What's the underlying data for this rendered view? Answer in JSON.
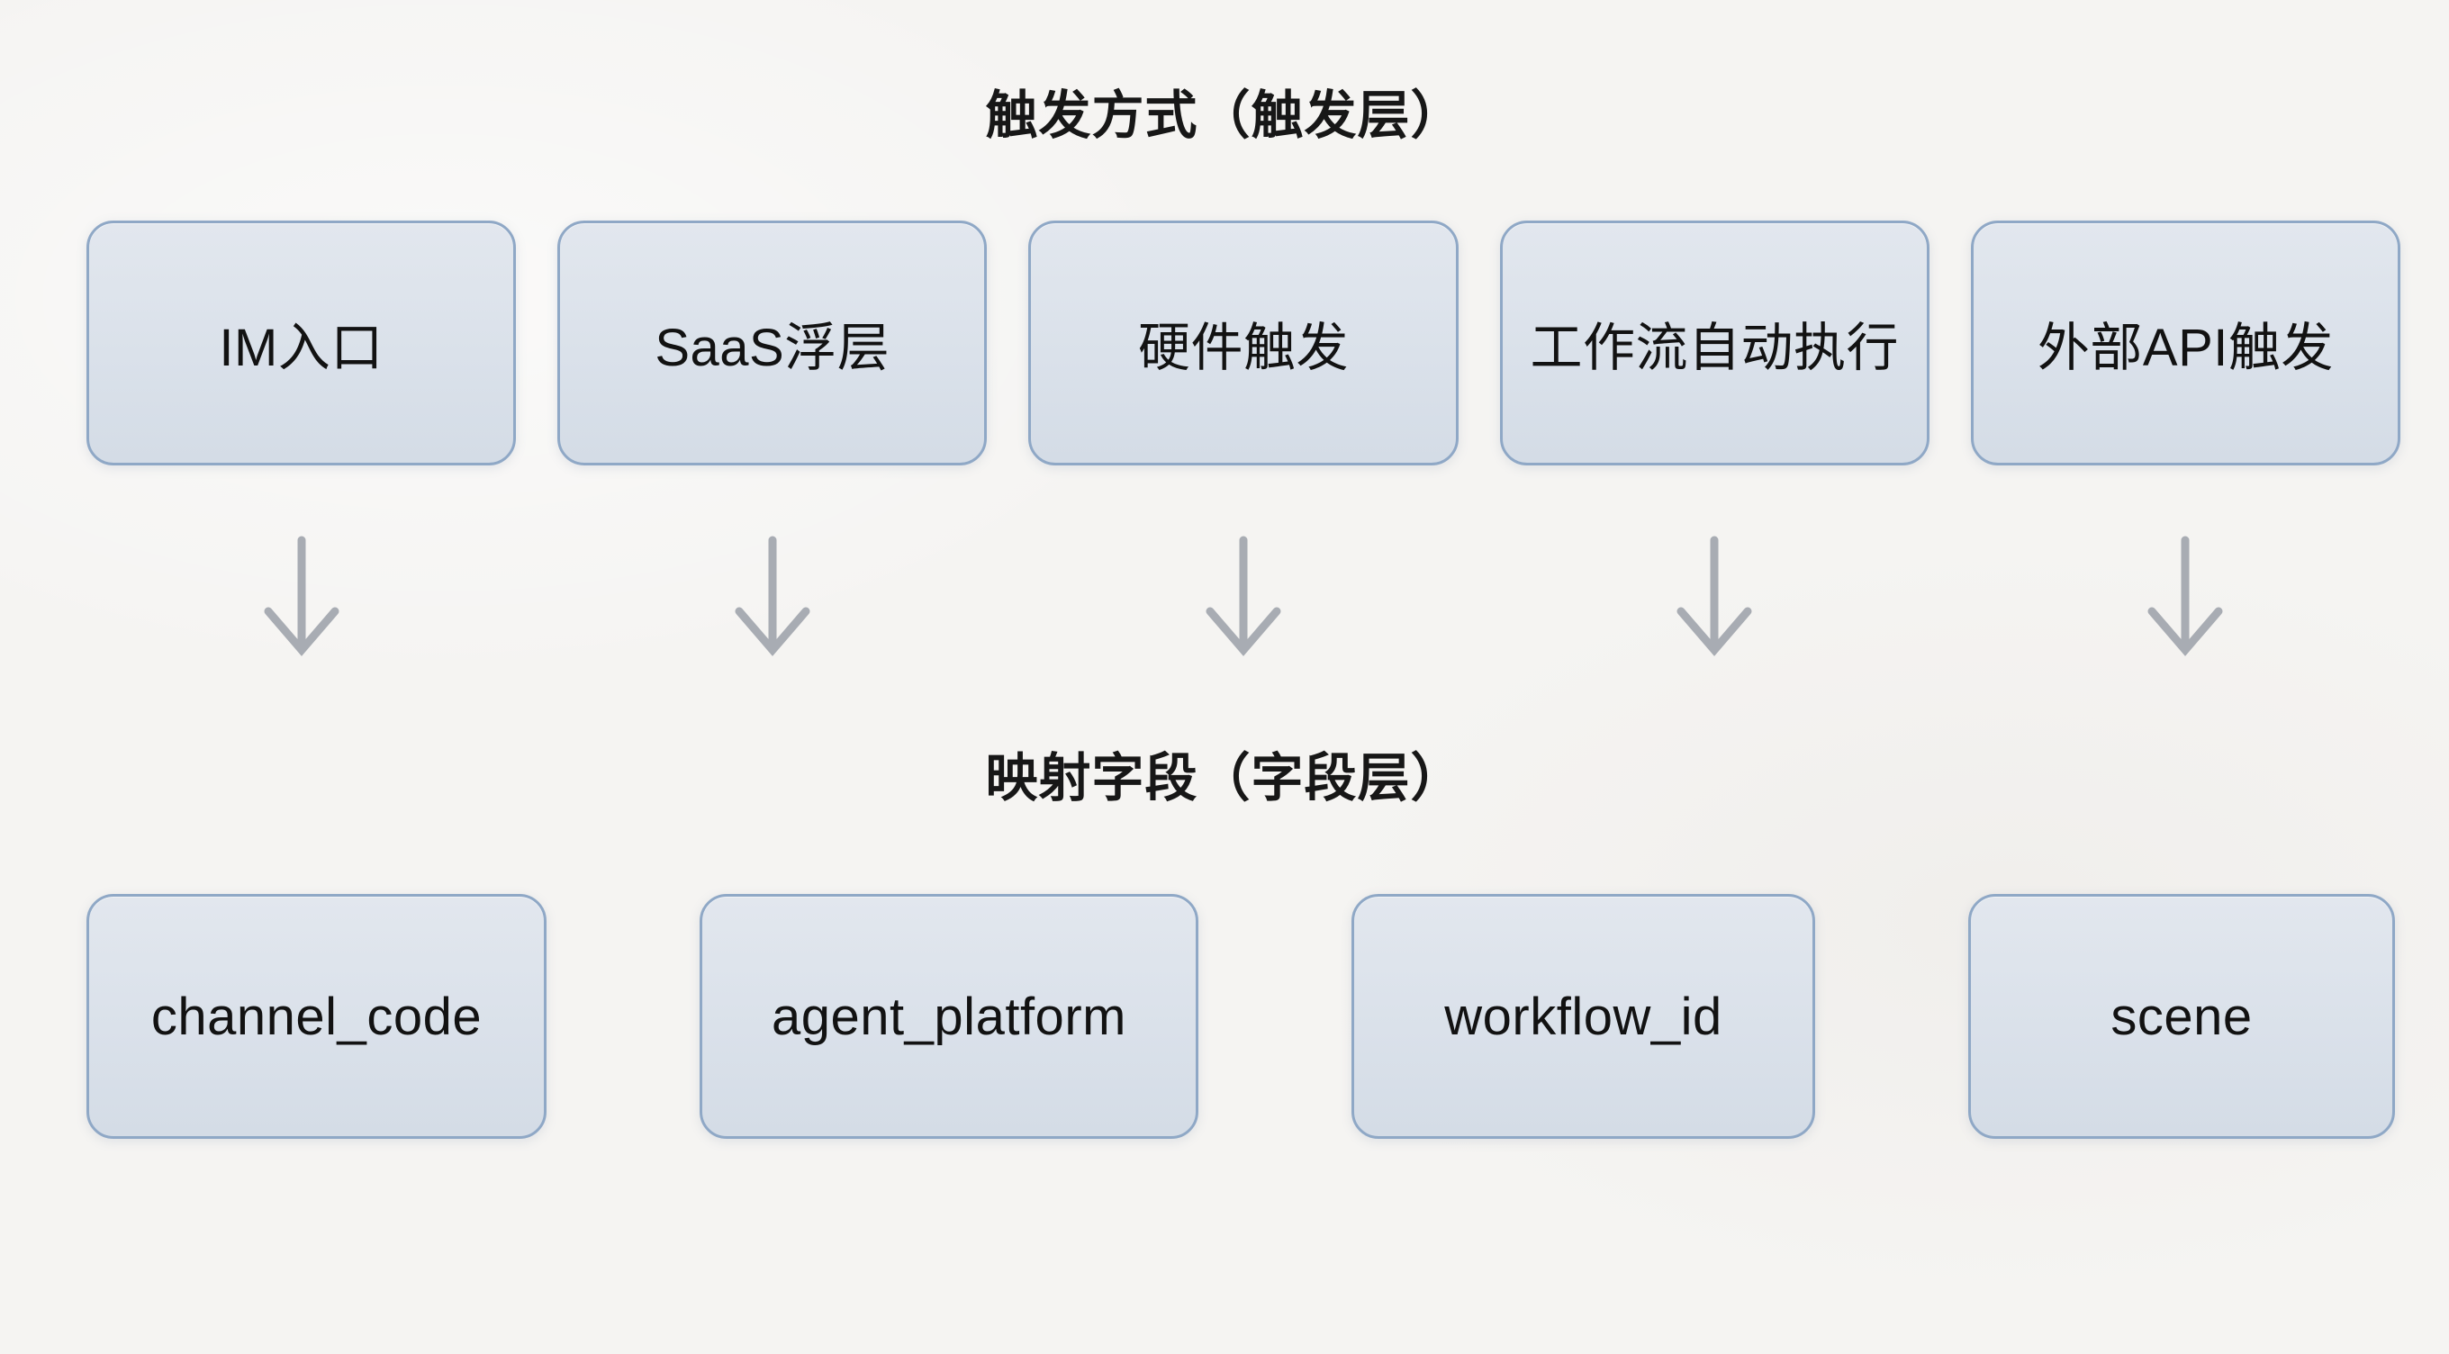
{
  "trigger_layer": {
    "title": "触发方式（触发层）",
    "boxes": [
      {
        "label": "IM入口"
      },
      {
        "label": "SaaS浮层"
      },
      {
        "label": "硬件触发"
      },
      {
        "label": "工作流自动执行"
      },
      {
        "label": "外部API触发"
      }
    ]
  },
  "arrows": {
    "icon": "down-arrow",
    "count": 5
  },
  "field_layer": {
    "title": "映射字段（字段层）",
    "boxes": [
      {
        "label": "channel_code"
      },
      {
        "label": "agent_platform"
      },
      {
        "label": "workflow_id"
      },
      {
        "label": "scene"
      }
    ]
  },
  "colors": {
    "background": "#f5f4f2",
    "box_fill_top": "#e2e7ee",
    "box_fill_bottom": "#d4dce6",
    "box_border": "#8fa8c6",
    "arrow": "#a8acb3",
    "text": "#121212",
    "title_text": "#171717"
  }
}
